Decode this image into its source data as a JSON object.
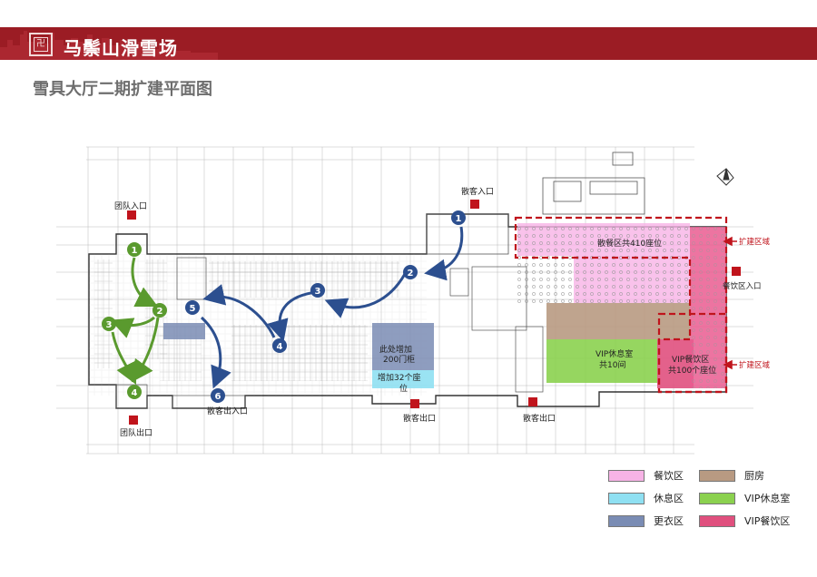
{
  "header": {
    "brand": "马鬃山滑雪场",
    "logo_icon": "ornament-logo-icon",
    "bar_color": "#9b1c24"
  },
  "page": {
    "title": "雪具大厅二期扩建平面图"
  },
  "plan": {
    "labels": {
      "team_entrance": "团队入口",
      "guest_entrance": "散客入口",
      "team_exit": "团队出口",
      "guest_exit_1": "散客出入口",
      "guest_exit_2": "散客出口",
      "guest_exit_3": "散客出口",
      "dining_entrance": "餐饮区入口",
      "expand_1": "扩建区域",
      "expand_2": "扩建区域",
      "dining_seats": "散餐区共410座位",
      "locker_1": "此处增加",
      "locker_2": "200门柜",
      "rest_1": "增加32个座",
      "rest_2": "位",
      "vip_rest_1": "VIP休息室",
      "vip_rest_2": "共10间",
      "vip_dining_1": "VIP餐饮区",
      "vip_dining_2": "共100个座位"
    },
    "markers": {
      "green": [
        "1",
        "2",
        "3",
        "4"
      ],
      "blue": [
        "1",
        "2",
        "3",
        "4",
        "5",
        "6"
      ]
    }
  },
  "legend": {
    "items": [
      {
        "label": "餐饮区",
        "color": "#f7b3e6"
      },
      {
        "label": "厨房",
        "color": "#b89a82"
      },
      {
        "label": "休息区",
        "color": "#8fe0f2"
      },
      {
        "label": "VIP休息室",
        "color": "#8bd14f"
      },
      {
        "label": "更衣区",
        "color": "#7a8cb4"
      },
      {
        "label": "VIP餐饮区",
        "color": "#e0507e"
      }
    ]
  },
  "colors": {
    "accent_red": "#c0141c",
    "blue_marker": "#2c4f8f",
    "green_marker": "#5a9a2e"
  }
}
